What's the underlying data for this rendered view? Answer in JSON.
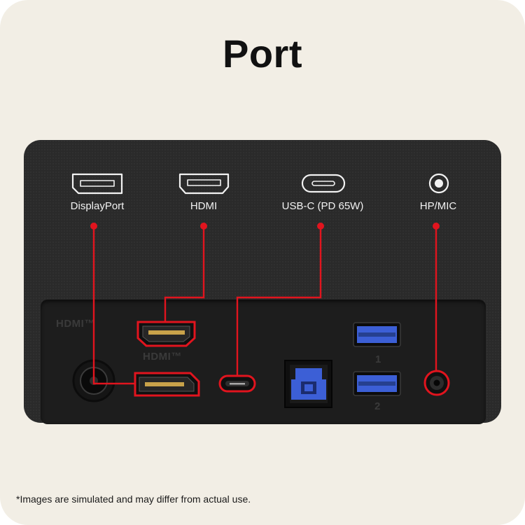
{
  "title": "Port",
  "footnote": "*Images are simulated and may differ from actual use.",
  "ports": [
    {
      "label": "DisplayPort",
      "icon": "displayport-icon"
    },
    {
      "label": "HDMI",
      "icon": "hdmi-icon"
    },
    {
      "label": "USB-C (PD 65W)",
      "icon": "usb-c-icon"
    },
    {
      "label": "HP/MIC",
      "icon": "headphone-mic-icon"
    }
  ],
  "panel": {
    "hdmi_mark_top": "HDMI™",
    "hdmi_mark_bottom": "HDMI™",
    "usb_a_1": "1",
    "usb_a_2": "2"
  },
  "colors": {
    "background": "#f2eee5",
    "panel": "#2a2a2a",
    "callout": "#e1141e",
    "usb_blue": "#3c5fd6"
  }
}
